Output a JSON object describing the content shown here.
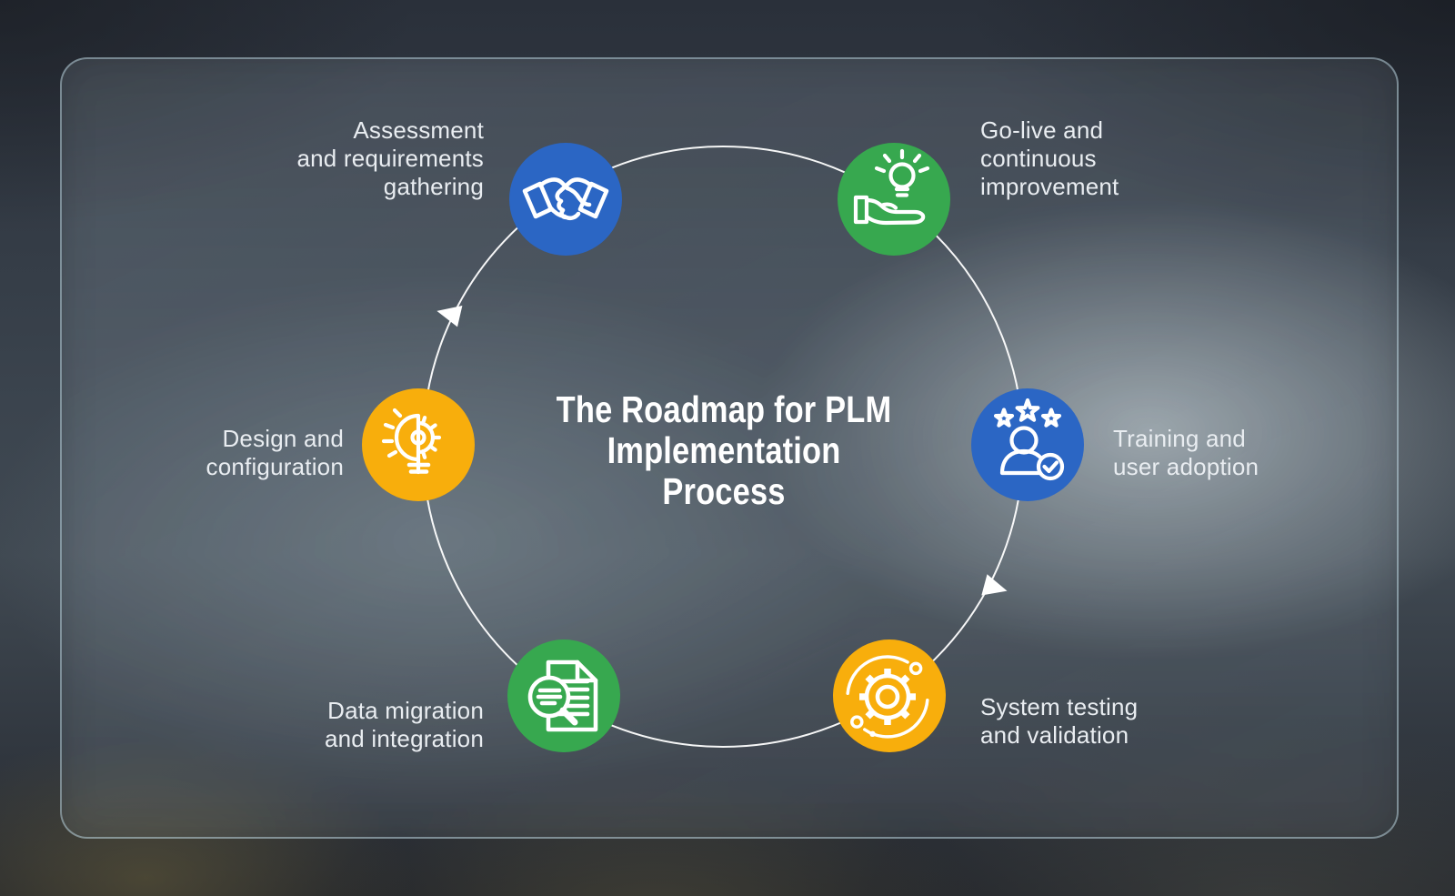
{
  "diagram": {
    "title_lines": [
      "The Roadmap for PLM",
      "Implementation",
      "Process"
    ],
    "ring_color": "#ffffff",
    "text_color": "#e9edf1",
    "arrows": [
      {
        "position": "upper-left",
        "direction": "left"
      },
      {
        "position": "lower-right",
        "direction": "right"
      }
    ]
  },
  "steps": [
    {
      "name": "Assessment and requirements gathering",
      "lines": [
        "Assessment",
        "and requirements",
        "gathering"
      ],
      "color": "#2b66c4",
      "icon": "handshake-icon",
      "position": "top-left"
    },
    {
      "name": "Go-live and continuous improvement",
      "lines": [
        "Go-live and",
        "continuous",
        "improvement"
      ],
      "color": "#37a84f",
      "icon": "hand-lightbulb-icon",
      "position": "top-right"
    },
    {
      "name": "Training and user adoption",
      "lines": [
        "Training and",
        "user adoption"
      ],
      "color": "#2b66c4",
      "icon": "user-stars-check-icon",
      "position": "right"
    },
    {
      "name": "System testing and validation",
      "lines": [
        "System testing",
        "and validation"
      ],
      "color": "#f8ae0c",
      "icon": "gear-orbit-icon",
      "position": "bottom-right"
    },
    {
      "name": "Data migration and integration",
      "lines": [
        "Data migration",
        "and integration"
      ],
      "color": "#37a84f",
      "icon": "document-search-icon",
      "position": "bottom-left"
    },
    {
      "name": "Design and configuration",
      "lines": [
        "Design and",
        "configuration"
      ],
      "color": "#f8ae0c",
      "icon": "lightbulb-gear-icon",
      "position": "left"
    }
  ]
}
